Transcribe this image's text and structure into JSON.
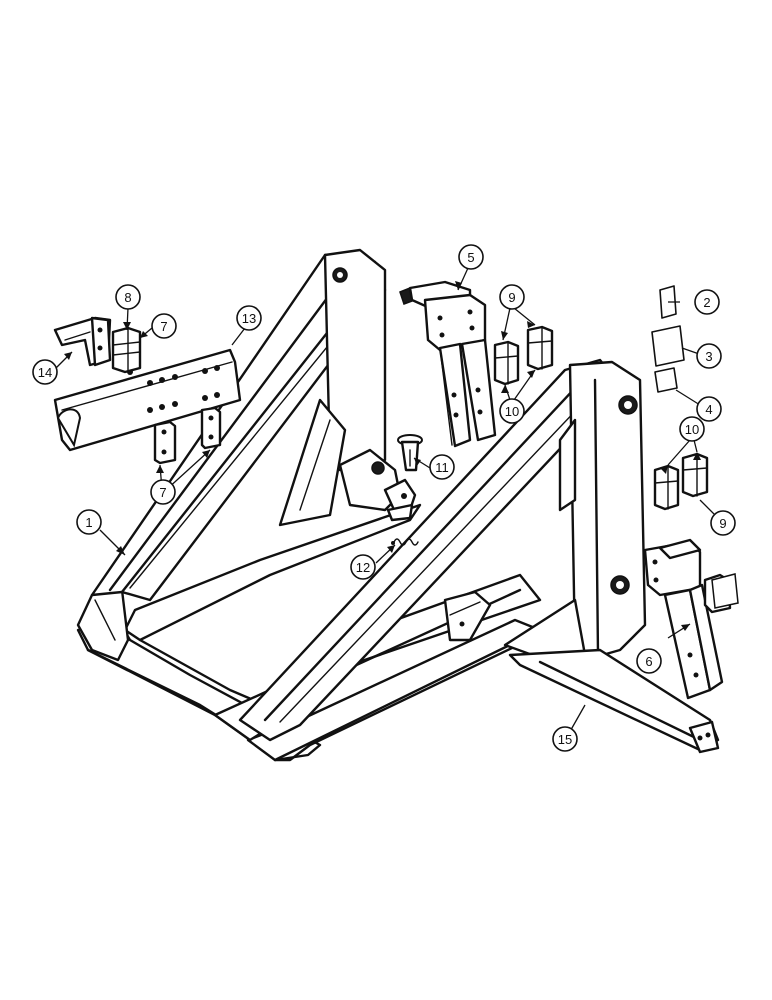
{
  "callouts": [
    {
      "id": "c1",
      "label": "1"
    },
    {
      "id": "c2",
      "label": "2"
    },
    {
      "id": "c3",
      "label": "3"
    },
    {
      "id": "c4",
      "label": "4"
    },
    {
      "id": "c5",
      "label": "5"
    },
    {
      "id": "c6",
      "label": "6"
    },
    {
      "id": "c7a",
      "label": "7"
    },
    {
      "id": "c7b",
      "label": "7"
    },
    {
      "id": "c8",
      "label": "8"
    },
    {
      "id": "c9a",
      "label": "9"
    },
    {
      "id": "c9b",
      "label": "9"
    },
    {
      "id": "c10a",
      "label": "10"
    },
    {
      "id": "c10b",
      "label": "10"
    },
    {
      "id": "c11",
      "label": "11"
    },
    {
      "id": "c12",
      "label": "12"
    },
    {
      "id": "c13",
      "label": "13"
    },
    {
      "id": "c14",
      "label": "14"
    },
    {
      "id": "c15",
      "label": "15"
    }
  ]
}
